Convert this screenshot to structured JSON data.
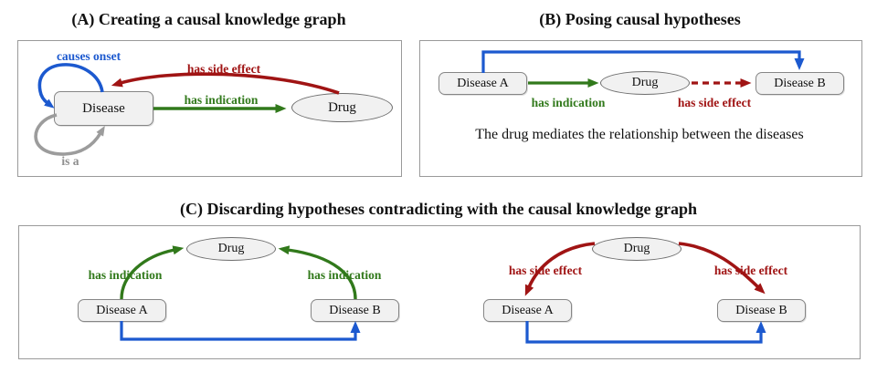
{
  "figure": {
    "panel_a": {
      "title": "(A) Creating a causal knowledge graph",
      "disease_node": "Disease",
      "drug_node": "Drug",
      "causes_onset_label": "causes onset",
      "is_a_label": "is a",
      "has_indication_label": "has indication",
      "has_side_effect_label": "has side effect"
    },
    "panel_b": {
      "title": "(B) Posing causal hypotheses",
      "disease_a_node": "Disease A",
      "drug_node": "Drug",
      "disease_b_node": "Disease B",
      "has_indication_label": "has indication",
      "has_side_effect_label": "has side effect",
      "caption": "The drug mediates the relationship between the diseases"
    },
    "panel_c": {
      "title": "(C) Discarding hypotheses contradicting with the causal knowledge graph",
      "left": {
        "drug_node": "Drug",
        "disease_a_node": "Disease A",
        "disease_b_node": "Disease B",
        "edge_a_label": "has indication",
        "edge_b_label": "has indication"
      },
      "right": {
        "drug_node": "Drug",
        "disease_a_node": "Disease A",
        "disease_b_node": "Disease B",
        "edge_a_label": "has side effect",
        "edge_b_label": "has side effect"
      }
    },
    "colors": {
      "blue_edge": "#1c59cf",
      "green_edge": "#31791b",
      "red_edge": "#a01414",
      "gray_edge": "#9c9c9c",
      "node_fill": "#f1f1f1",
      "node_border": "#868686",
      "panel_border": "#9a9a9a"
    }
  }
}
